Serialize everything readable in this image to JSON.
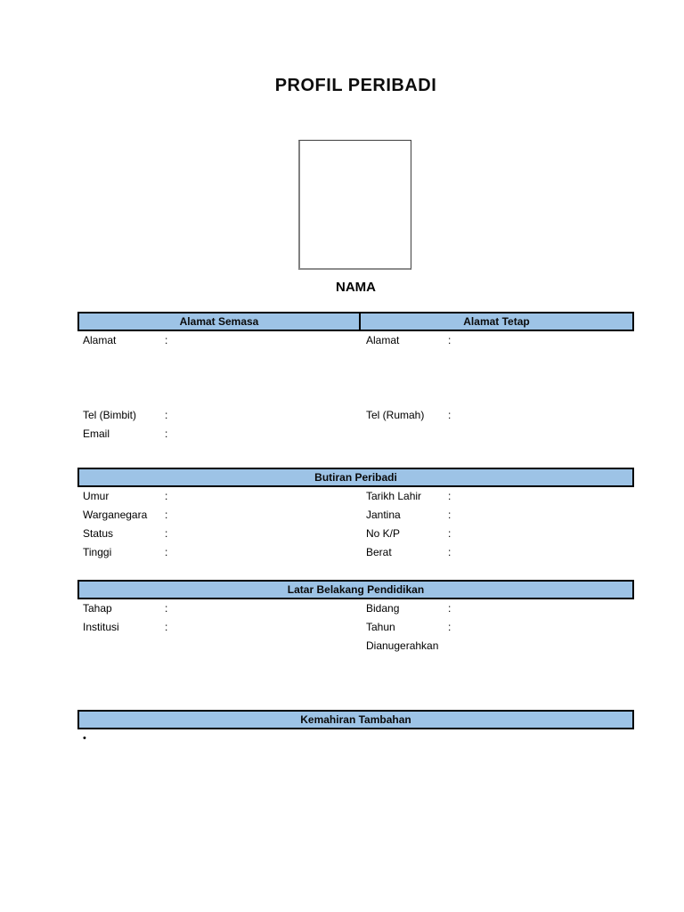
{
  "doc": {
    "title": "PROFIL PERIBADI",
    "name_heading": "NAMA",
    "bullet": "•"
  },
  "colors": {
    "header_fill": "#9DC3E6",
    "header_border": "#000000",
    "text": "#000000",
    "page_background": "#FFFFFF"
  },
  "address": {
    "headers": [
      "Alamat Semasa",
      "Alamat Tetap"
    ],
    "rows": [
      {
        "l": "Alamat",
        "lc": ":",
        "r": "Alamat",
        "rc": ":"
      },
      {
        "l": "Tel (Bimbit)",
        "lc": ":",
        "r": "Tel (Rumah)",
        "rc": ":"
      },
      {
        "l": "Email",
        "lc": ":",
        "r": "",
        "rc": ""
      }
    ]
  },
  "butiran": {
    "title": "Butiran Peribadi",
    "rows": [
      {
        "l": "Umur",
        "lc": ":",
        "r": "Tarikh Lahir",
        "rc": ":"
      },
      {
        "l": "Warganegara",
        "lc": ":",
        "r": "Jantina",
        "rc": ":"
      },
      {
        "l": "Status",
        "lc": ":",
        "r": "No K/P",
        "rc": ":"
      },
      {
        "l": "Tinggi",
        "lc": ":",
        "r": "Berat",
        "rc": ":"
      }
    ]
  },
  "pendidikan": {
    "title": "Latar Belakang Pendidikan",
    "rows": [
      {
        "l": "Tahap",
        "lc": ":",
        "r": "Bidang",
        "rc": ":"
      },
      {
        "l": "Institusi",
        "lc": ":",
        "r": "Tahun",
        "rc": ":"
      },
      {
        "l": "",
        "lc": "",
        "r": "Dianugerahkan",
        "rc": ""
      }
    ]
  },
  "kemahiran": {
    "title": "Kemahiran Tambahan",
    "items": [
      ""
    ]
  }
}
